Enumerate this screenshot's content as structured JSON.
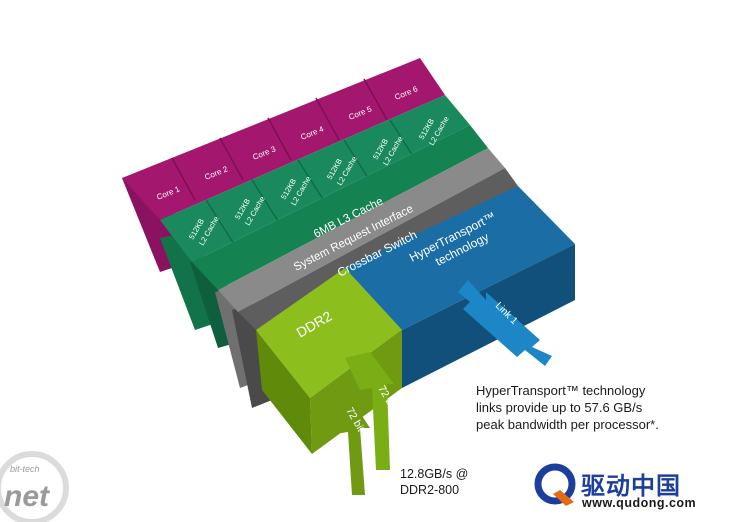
{
  "diagram": {
    "cores": [
      {
        "label": "Core 1"
      },
      {
        "label": "Core 2"
      },
      {
        "label": "Core 3"
      },
      {
        "label": "Core 4"
      },
      {
        "label": "Core 5"
      },
      {
        "label": "Core 6"
      }
    ],
    "l2_caches": [
      {
        "line1": "512KB",
        "line2": "L2 Cache"
      },
      {
        "line1": "512KB",
        "line2": "L2 Cache"
      },
      {
        "line1": "512KB",
        "line2": "L2 Cache"
      },
      {
        "line1": "512KB",
        "line2": "L2 Cache"
      },
      {
        "line1": "512KB",
        "line2": "L2 Cache"
      },
      {
        "line1": "512KB",
        "line2": "L2 Cache"
      }
    ],
    "l3_cache": "6MB L3 Cache",
    "system_request_interface": "System Request Interface",
    "crossbar_switch": "Crossbar Switch",
    "hypertransport": {
      "line1": "HyperTransport™",
      "line2": "technology"
    },
    "link": "Link 1",
    "memory": "DDR2",
    "channels": [
      {
        "label": "72 bit"
      },
      {
        "label": "72 bit"
      }
    ]
  },
  "annotations": {
    "hypertransport_note": [
      "HyperTransport™ technology",
      "links provide up to 57.6 GB/s",
      "peak bandwidth per processor*."
    ],
    "memory_bandwidth": [
      "12.8GB/s @",
      "DDR2-800"
    ]
  },
  "watermarks": {
    "bittech_top": "bit-tech",
    "bittech_bottom": "net",
    "qudong_brand": "驱动中国",
    "qudong_url": "www.qudong.com"
  },
  "colors": {
    "core_purple": "#a3176e",
    "core_purple_dark": "#7a0f52",
    "l2_green": "#1a8a5e",
    "l2_green_dark": "#0f6a45",
    "gray": "#8a8a8a",
    "gray_dark": "#5a5a5a",
    "ht_blue": "#1a6ea5",
    "ht_blue_dark": "#11507a",
    "ddr_green": "#8cbf1e",
    "ddr_green_dark": "#5f8a0a",
    "link_blue": "#1c86c6"
  }
}
